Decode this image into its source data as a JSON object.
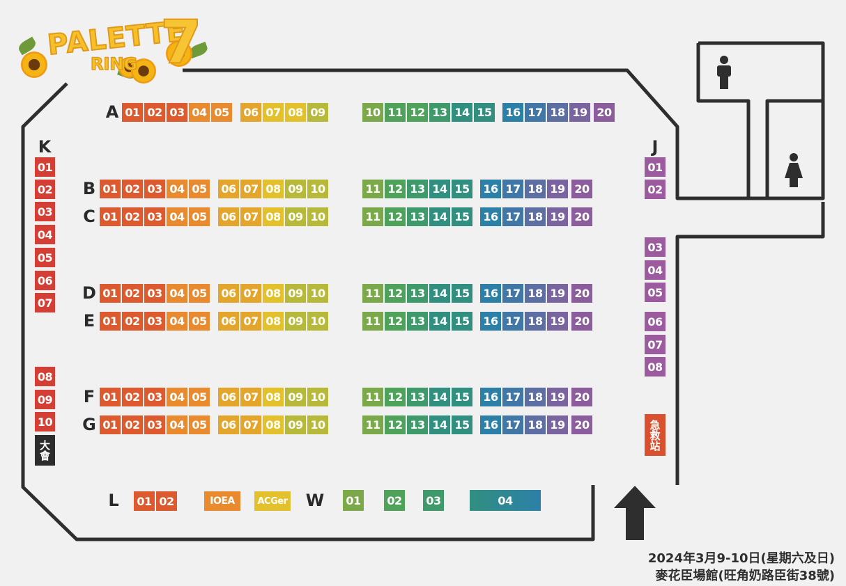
{
  "logo": {
    "text": "PALETTE",
    "sub": "RING",
    "number": "7"
  },
  "event": {
    "date": "2024年3月9-10日(星期六及日)",
    "venue": "麥花臣場館(旺角奶路臣街38號)"
  },
  "colors": {
    "red": "#d33f35",
    "orange_red": "#dc5a2e",
    "orange": "#e88a2d",
    "yellow_orange": "#e4a52c",
    "yellow": "#e3c12d",
    "yellow_green": "#b6b93a",
    "green": "#7ba94a",
    "mid_green": "#4fa25a",
    "teal_green": "#3e9a6b",
    "teal": "#318f80",
    "blue": "#2c80a8",
    "steel_blue": "#4077a6",
    "slate": "#5d6ea2",
    "violet": "#7a64a0",
    "purple": "#8c5d9c",
    "j_purple": "#9b5b9e",
    "first_aid": "#d9502f",
    "host": "#2c2c2c",
    "wall": "#2e2e2e"
  },
  "rows": [
    {
      "label": "A",
      "booths": [
        "01",
        "02",
        "03",
        "04",
        "05",
        "06",
        "07",
        "08",
        "09",
        "10",
        "11",
        "12",
        "13",
        "14",
        "15",
        "16",
        "17",
        "18",
        "19",
        "20"
      ]
    },
    {
      "label": "B",
      "booths": [
        "01",
        "02",
        "03",
        "04",
        "05",
        "06",
        "07",
        "08",
        "09",
        "10",
        "11",
        "12",
        "13",
        "14",
        "15",
        "16",
        "17",
        "18",
        "19",
        "20"
      ]
    },
    {
      "label": "C",
      "booths": [
        "01",
        "02",
        "03",
        "04",
        "05",
        "06",
        "07",
        "08",
        "09",
        "10",
        "11",
        "12",
        "13",
        "14",
        "15",
        "16",
        "17",
        "18",
        "19",
        "20"
      ]
    },
    {
      "label": "D",
      "booths": [
        "01",
        "02",
        "03",
        "04",
        "05",
        "06",
        "07",
        "08",
        "09",
        "10",
        "11",
        "12",
        "13",
        "14",
        "15",
        "16",
        "17",
        "18",
        "19",
        "20"
      ]
    },
    {
      "label": "E",
      "booths": [
        "01",
        "02",
        "03",
        "04",
        "05",
        "06",
        "07",
        "08",
        "09",
        "10",
        "11",
        "12",
        "13",
        "14",
        "15",
        "16",
        "17",
        "18",
        "19",
        "20"
      ]
    },
    {
      "label": "F",
      "booths": [
        "01",
        "02",
        "03",
        "04",
        "05",
        "06",
        "07",
        "08",
        "09",
        "10",
        "11",
        "12",
        "13",
        "14",
        "15",
        "16",
        "17",
        "18",
        "19",
        "20"
      ]
    },
    {
      "label": "G",
      "booths": [
        "01",
        "02",
        "03",
        "04",
        "05",
        "06",
        "07",
        "08",
        "09",
        "10",
        "11",
        "12",
        "13",
        "14",
        "15",
        "16",
        "17",
        "18",
        "19",
        "20"
      ]
    }
  ],
  "k_column": {
    "label": "K",
    "booths": [
      "01",
      "02",
      "03",
      "04",
      "05",
      "06",
      "07",
      "08",
      "09",
      "10"
    ],
    "host": "大會"
  },
  "j_column": {
    "label": "J",
    "booths": [
      "01",
      "02",
      "03",
      "04",
      "05",
      "06",
      "07",
      "08"
    ],
    "first_aid": "急救站"
  },
  "bottom": {
    "l_label": "L",
    "l_booths": [
      "01",
      "02"
    ],
    "ioea": "IOEA",
    "acger": "ACGer",
    "w_label": "W",
    "w_booths": [
      "01",
      "02",
      "03",
      "04"
    ]
  },
  "icons": {
    "male_toilet": "male-toilet-icon",
    "female_toilet": "female-toilet-icon",
    "entrance": "entrance-arrow-icon"
  }
}
